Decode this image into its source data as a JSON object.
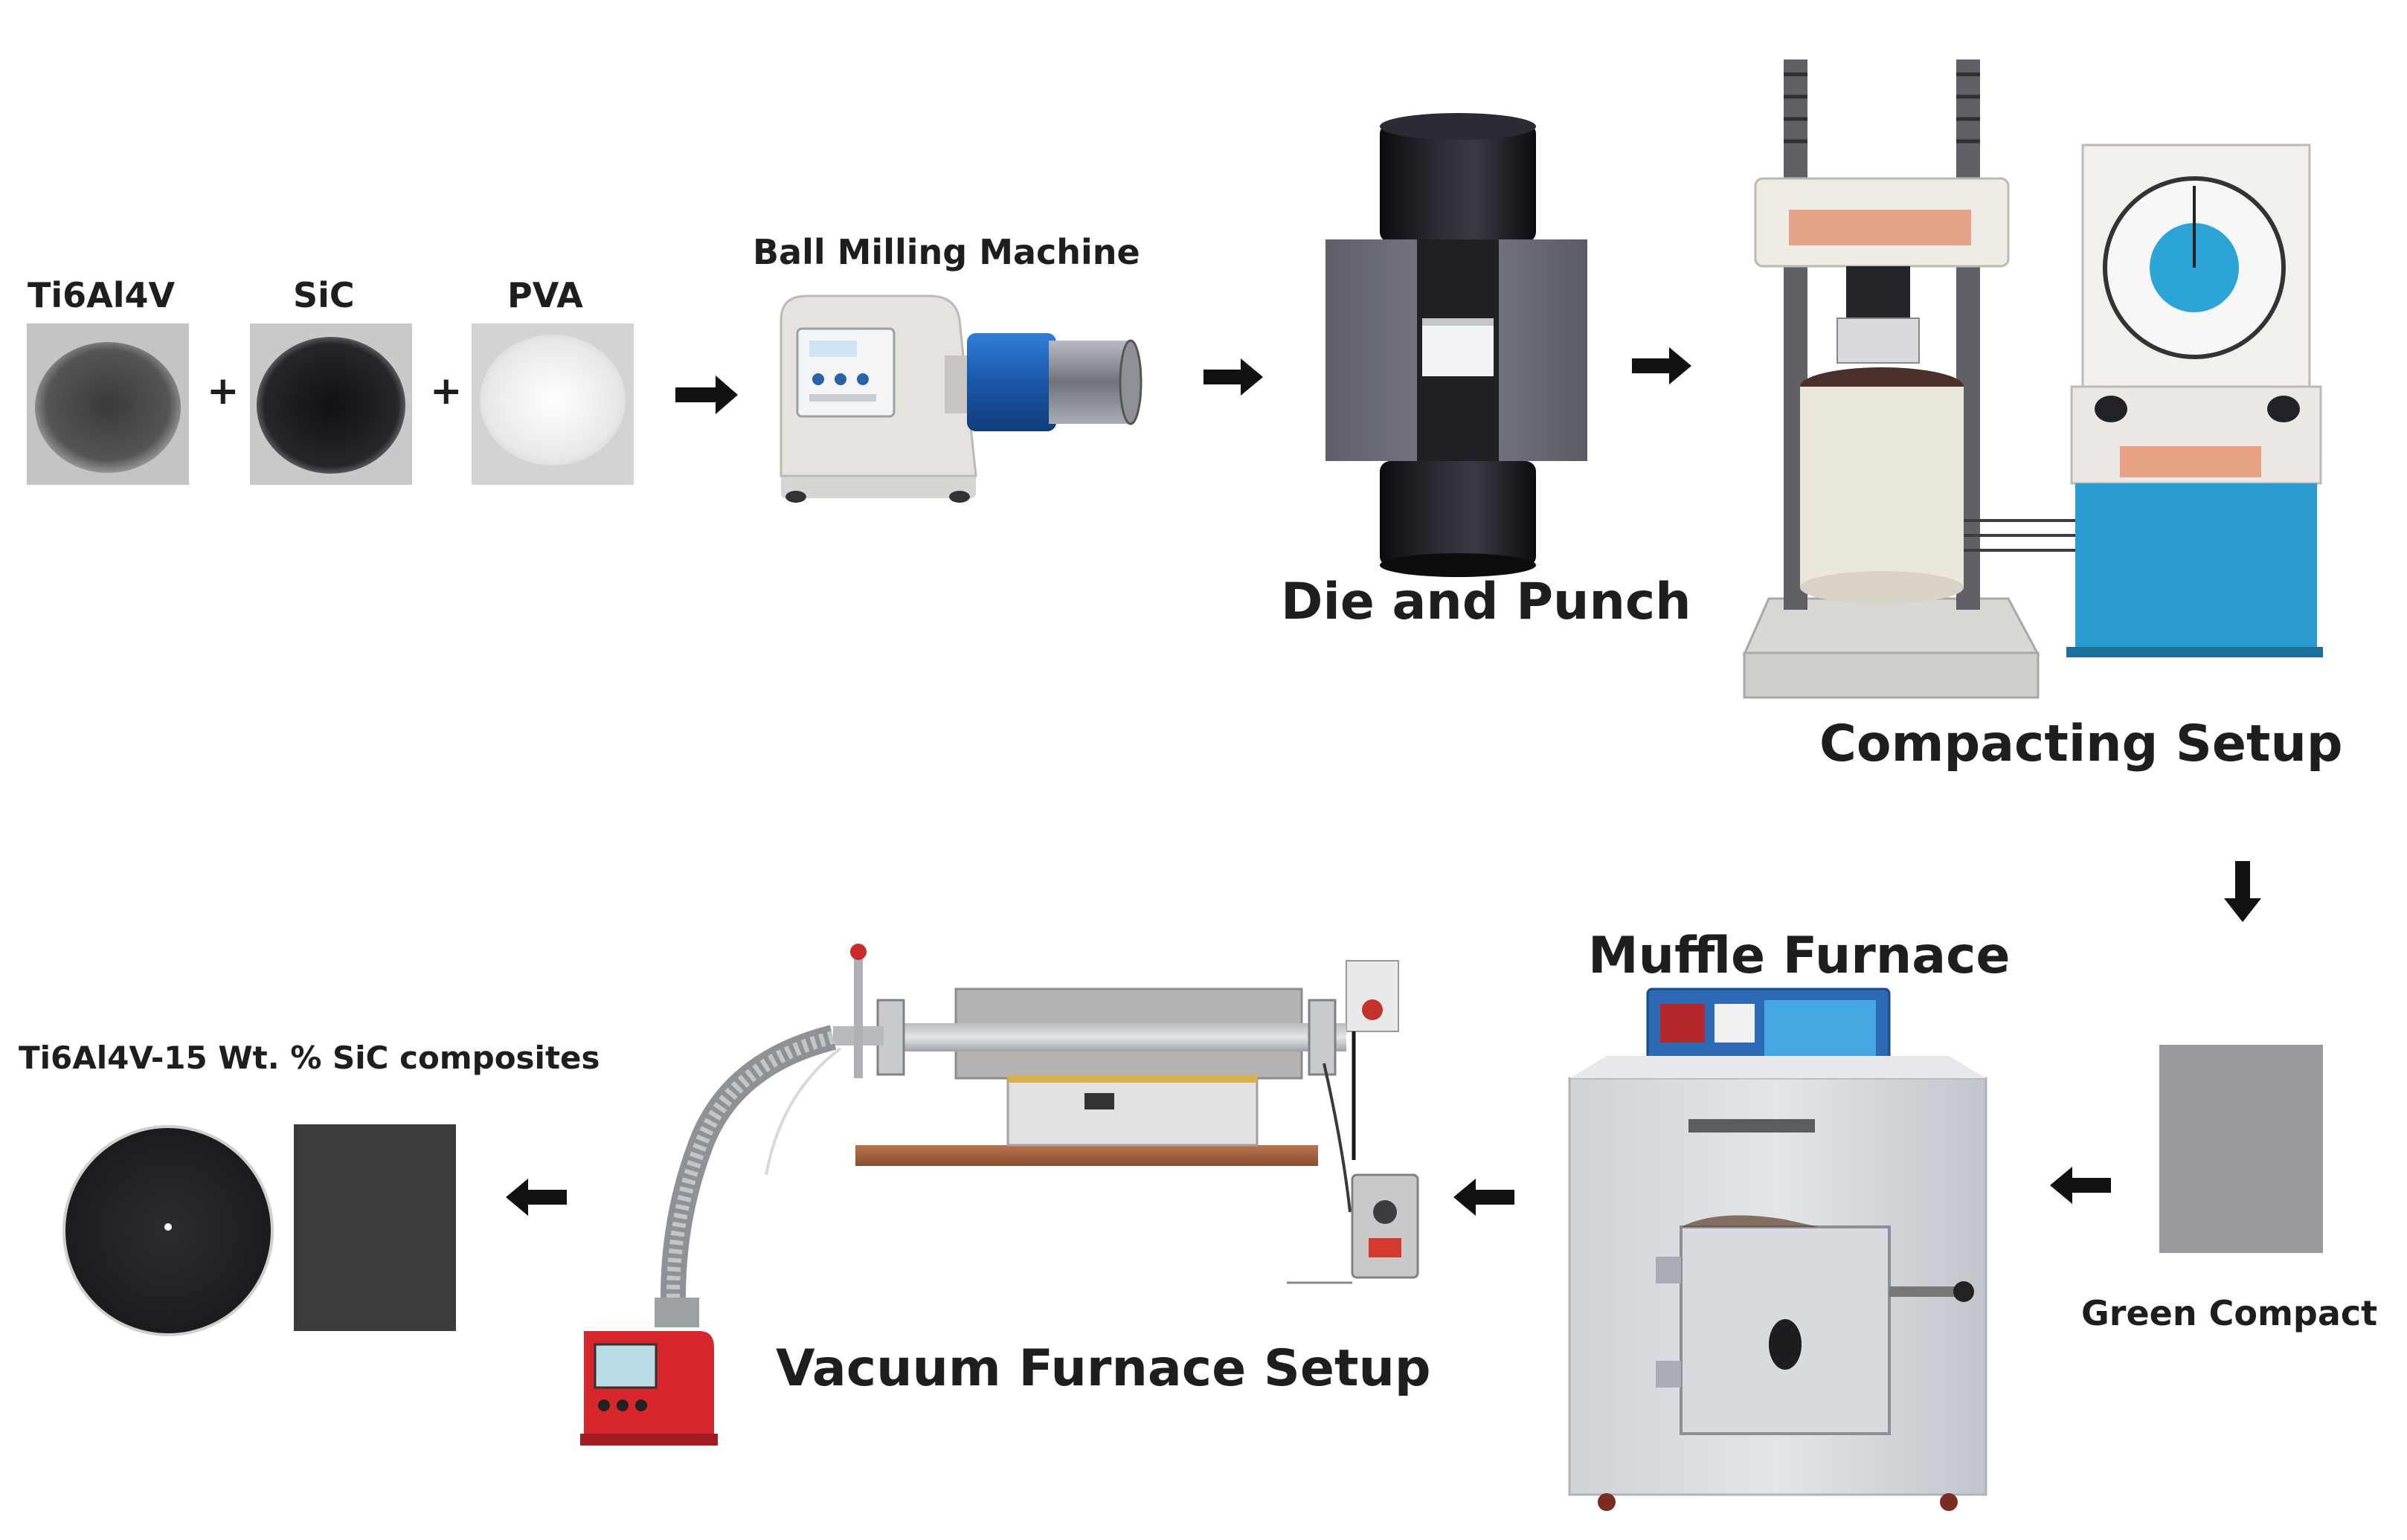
{
  "labels": {
    "ti6al4v": "Ti6Al4V",
    "sic": "SiC",
    "pva": "PVA",
    "ball_milling": "Ball Milling Machine",
    "die_punch": "Die and Punch",
    "compacting": "Compacting Setup",
    "green_compact": "Green Compact",
    "muffle": "Muffle Furnace",
    "vacuum": "Vacuum Furnace Setup",
    "composite": "Ti6Al4V-15 Wt. % SiC composites"
  },
  "operators": {
    "plus": "+"
  },
  "icons": [
    "arrow-right-icon",
    "arrow-down-icon",
    "arrow-left-icon"
  ],
  "colors": {
    "label_text": "#1e1e1e",
    "arrow": "#111111",
    "ti6al4v_powder": "#4a4a4a",
    "sic_powder": "#1f1f22",
    "pva_powder": "#eeeeee",
    "mill_jar": "#1f5fb5",
    "die_block": "#6f7079",
    "punch": "#17171b",
    "press_cabinet": "#2a9ad0",
    "muffle_body": "#d5d9de",
    "pump_red": "#d8262d",
    "composite_dark": "#27272a"
  }
}
